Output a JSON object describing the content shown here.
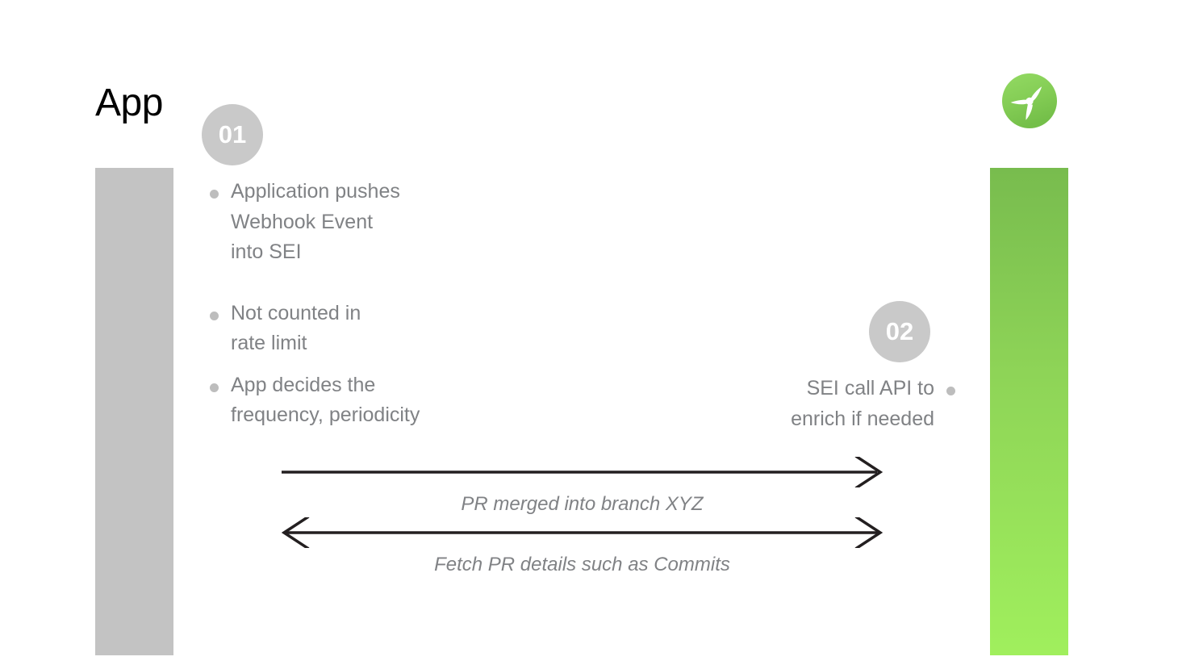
{
  "diagram": {
    "title": "App",
    "logo": {
      "icon": "propeller-logo-icon",
      "color": "#8ed457"
    },
    "lanes": [
      {
        "name": "app-lane",
        "color": "#c3c3c3"
      },
      {
        "name": "sei-lane",
        "color_top": "#78bc4e",
        "color_bottom": "#a0ef5d"
      }
    ],
    "steps": [
      {
        "badge": "01",
        "side": "left",
        "bullets": [
          "Application pushes\nWebhook Event\ninto SEI",
          "Not counted in\nrate limit",
          "App decides the\nfrequency, periodicity"
        ]
      },
      {
        "badge": "02",
        "side": "right",
        "bullets": [
          "SEI call API to\nenrich if needed"
        ]
      }
    ],
    "bullets_left": {
      "b1_l1": "Application pushes",
      "b1_l2": "Webhook Event",
      "b1_l3": "into SEI",
      "b2_l1": "Not counted in",
      "b2_l2": "rate limit",
      "b3_l1": "App decides the",
      "b3_l2": "frequency, periodicity"
    },
    "bullets_right": {
      "b1_l1": "SEI call API to",
      "b1_l2": "enrich if needed"
    },
    "arrows": [
      {
        "name": "pr-merged-arrow",
        "label": "PR merged into branch XYZ",
        "direction": "right"
      },
      {
        "name": "fetch-pr-details-arrow",
        "label": "Fetch PR details such as Commits",
        "direction": "both"
      }
    ],
    "arrow_labels": {
      "first": "PR merged into branch XYZ",
      "second": "Fetch PR details such as Commits"
    },
    "colors": {
      "text_gray": "#808285",
      "badge_gray": "#c9c9c9",
      "arrow_black": "#231f20"
    }
  }
}
